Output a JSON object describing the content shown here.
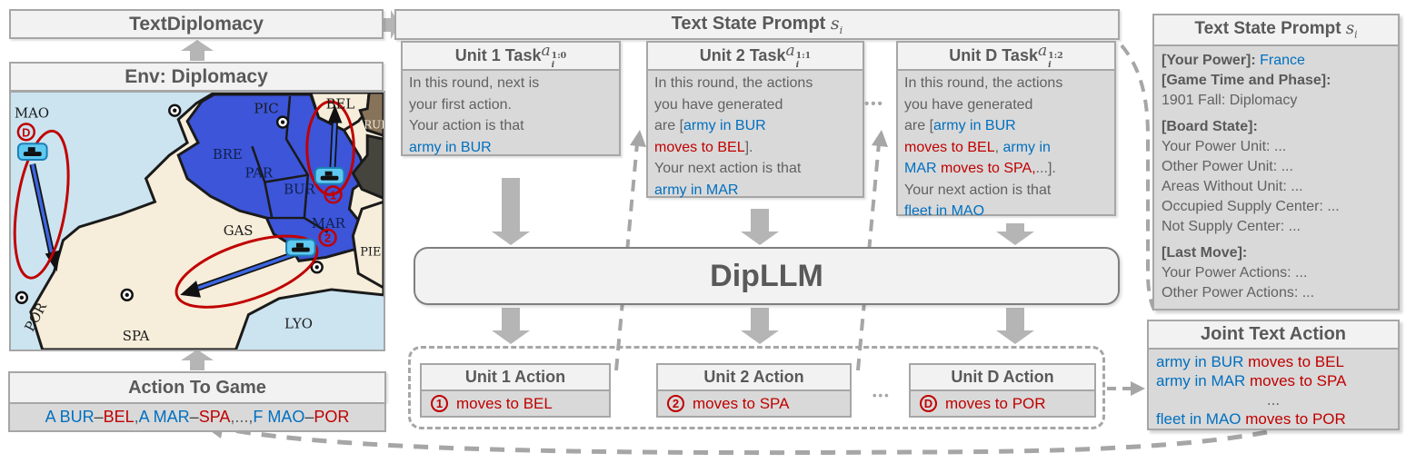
{
  "figure": {
    "left": {
      "textdiplomacy_label": "TextDiplomacy",
      "env_label": "Env: Diplomacy",
      "map": {
        "labels": {
          "mao": "MAO",
          "pic": "PIC",
          "bel": "BEL",
          "ruh": "RUH",
          "bre": "BRE",
          "par": "PAR",
          "bur": "BUR",
          "mar": "MAR",
          "gas": "GAS",
          "por": "POR",
          "spa": "SPA",
          "lyo": "LYO",
          "pie": "PIE"
        },
        "badges": {
          "d": "D",
          "u1": "1",
          "u2": "2"
        },
        "moves": [
          {
            "unit": "1",
            "from": "BUR",
            "to": "BEL"
          },
          {
            "unit": "2",
            "from": "MAR",
            "to": "SPA"
          },
          {
            "unit": "D",
            "from": "MAO",
            "to": "POR"
          }
        ]
      },
      "action_to_game": {
        "title": "Action To Game",
        "line": [
          {
            "t": "A BUR ",
            "c": "blue"
          },
          {
            "t": "– ",
            "c": "dark"
          },
          {
            "t": "BEL",
            "c": "red"
          },
          {
            "t": ", ",
            "c": "gray"
          },
          {
            "t": "A MAR ",
            "c": "blue"
          },
          {
            "t": "– ",
            "c": "dark"
          },
          {
            "t": "SPA",
            "c": "red"
          },
          {
            "t": ",..., ",
            "c": "gray"
          },
          {
            "t": "F MAO ",
            "c": "blue"
          },
          {
            "t": "– ",
            "c": "dark"
          },
          {
            "t": "POR",
            "c": "red"
          }
        ]
      }
    },
    "middle": {
      "state_header": [
        {
          "t": "Text State Prompt ",
          "c": "hd"
        },
        {
          "t": "s",
          "c": "math",
          "sub": "i"
        }
      ],
      "tasks": [
        {
          "header": [
            {
              "t": "Unit 1 Task ",
              "c": "hd"
            },
            {
              "t": "a",
              "c": "math",
              "sub": "i",
              "sup": "1:0"
            }
          ],
          "body": [
            {
              "segs": [
                {
                  "t": "In this round, next is",
                  "c": "gray"
                }
              ]
            },
            {
              "segs": [
                {
                  "t": "your first action.",
                  "c": "gray"
                }
              ]
            },
            {
              "segs": [
                {
                  "t": "Your action is that",
                  "c": "gray"
                }
              ]
            },
            {
              "segs": [
                {
                  "t": "army in BUR",
                  "c": "blue"
                }
              ]
            }
          ]
        },
        {
          "header": [
            {
              "t": "Unit 2 Task ",
              "c": "hd"
            },
            {
              "t": "a",
              "c": "math",
              "sub": "i",
              "sup": "1:1"
            }
          ],
          "body": [
            {
              "segs": [
                {
                  "t": "In this round, the actions",
                  "c": "gray"
                }
              ]
            },
            {
              "segs": [
                {
                  "t": "you have generated",
                  "c": "gray"
                }
              ]
            },
            {
              "segs": [
                {
                  "t": "are [",
                  "c": "gray"
                },
                {
                  "t": "army in BUR",
                  "c": "blue"
                }
              ]
            },
            {
              "segs": [
                {
                  "t": "moves to BEL",
                  "c": "red"
                },
                {
                  "t": "].",
                  "c": "gray"
                }
              ]
            },
            {
              "segs": [
                {
                  "t": "Your next action is that",
                  "c": "gray"
                }
              ]
            },
            {
              "segs": [
                {
                  "t": "army in MAR",
                  "c": "blue"
                }
              ]
            }
          ]
        },
        {
          "header": [
            {
              "t": "Unit D Task ",
              "c": "hd"
            },
            {
              "t": "a",
              "c": "math",
              "sub": "i",
              "sup": "1:2"
            }
          ],
          "body": [
            {
              "segs": [
                {
                  "t": "In this round, the actions",
                  "c": "gray"
                }
              ]
            },
            {
              "segs": [
                {
                  "t": "you have generated",
                  "c": "gray"
                }
              ]
            },
            {
              "segs": [
                {
                  "t": "are [",
                  "c": "gray"
                },
                {
                  "t": "army in BUR",
                  "c": "blue"
                }
              ]
            },
            {
              "segs": [
                {
                  "t": "moves to BEL",
                  "c": "red"
                },
                {
                  "t": ", ",
                  "c": "gray"
                },
                {
                  "t": "army in",
                  "c": "blue"
                }
              ]
            },
            {
              "segs": [
                {
                  "t": "MAR",
                  "c": "blue"
                },
                {
                  "t": " moves to SPA,",
                  "c": "red"
                },
                {
                  "t": "...].",
                  "c": "gray"
                }
              ]
            },
            {
              "segs": [
                {
                  "t": "Your next action is that",
                  "c": "gray"
                }
              ]
            },
            {
              "segs": [
                {
                  "t": "fleet in MAO",
                  "c": "blue"
                }
              ]
            }
          ]
        }
      ],
      "task_dots": "•••",
      "dipllm_label": "DipLLM",
      "actions": [
        {
          "header": "Unit 1 Action",
          "badge": "1",
          "text": "moves to BEL"
        },
        {
          "header": "Unit 2 Action",
          "badge": "2",
          "text": "moves to SPA"
        },
        {
          "header": "Unit D Action",
          "badge": "D",
          "text": "moves to POR"
        }
      ],
      "action_dots": "•••"
    },
    "right": {
      "state_panel": {
        "header": [
          {
            "t": "Text State Prompt ",
            "c": "hd"
          },
          {
            "t": "s",
            "c": "math",
            "sub": "i"
          }
        ],
        "lines": [
          {
            "segs": [
              {
                "t": "[Your Power]:",
                "c": "bold"
              },
              {
                "t": " France",
                "c": "blue"
              }
            ]
          },
          {
            "segs": [
              {
                "t": "[Game Time and Phase]:",
                "c": "bold"
              }
            ]
          },
          {
            "segs": [
              {
                "t": "1901 Fall: Diplomacy",
                "c": "gray"
              }
            ]
          },
          {
            "mt": 7,
            "segs": [
              {
                "t": "[Board State]:",
                "c": "bold"
              }
            ]
          },
          {
            "segs": [
              {
                "t": "Your Power Unit: ...",
                "c": "gray"
              }
            ]
          },
          {
            "segs": [
              {
                "t": "Other Power Unit: ...",
                "c": "gray"
              }
            ]
          },
          {
            "segs": [
              {
                "t": "Areas Without Unit: ...",
                "c": "gray"
              }
            ]
          },
          {
            "segs": [
              {
                "t": "Occupied Supply Center: ...",
                "c": "gray"
              }
            ]
          },
          {
            "segs": [
              {
                "t": "Not Supply Center: ...",
                "c": "gray"
              }
            ]
          },
          {
            "mt": 7,
            "segs": [
              {
                "t": "[Last Move]:",
                "c": "bold"
              }
            ]
          },
          {
            "segs": [
              {
                "t": "Your Power Actions: ...",
                "c": "gray"
              }
            ]
          },
          {
            "segs": [
              {
                "t": "Other Power Actions: ...",
                "c": "gray"
              }
            ]
          }
        ]
      },
      "joint_panel": {
        "header": "Joint Text Action",
        "lines": [
          {
            "segs": [
              {
                "t": "army in BUR",
                "c": "blue"
              },
              {
                "t": " moves to BEL",
                "c": "red"
              }
            ]
          },
          {
            "segs": [
              {
                "t": "army in MAR",
                "c": "blue"
              },
              {
                "t": " moves to SPA",
                "c": "red"
              }
            ]
          },
          {
            "align": "center",
            "segs": [
              {
                "t": "...",
                "c": "gray"
              }
            ]
          },
          {
            "segs": [
              {
                "t": "fleet  in MAO",
                "c": "blue"
              },
              {
                "t": " moves to POR",
                "c": "red"
              }
            ]
          }
        ]
      }
    }
  }
}
